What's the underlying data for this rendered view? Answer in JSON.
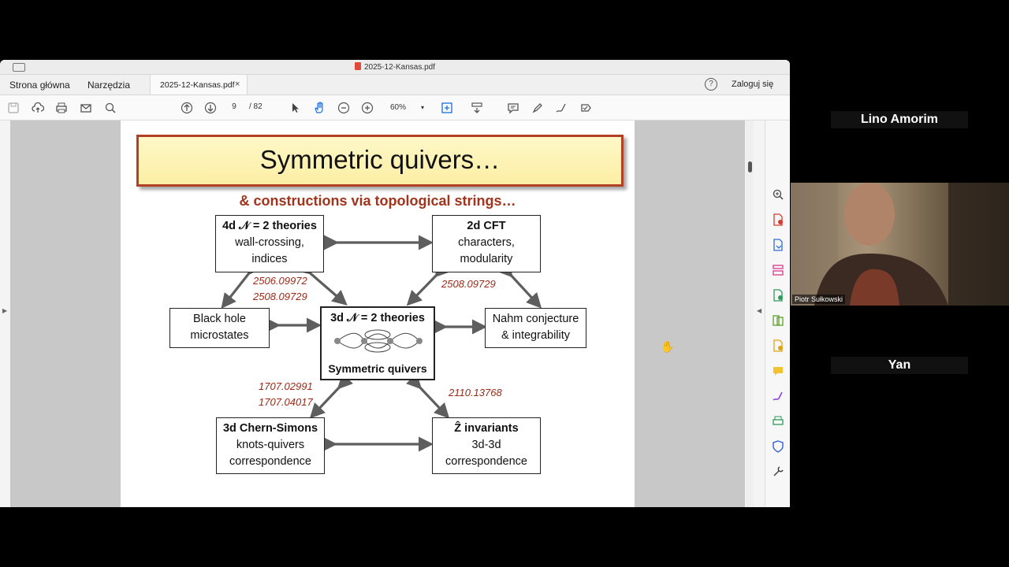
{
  "window": {
    "title": "2025-12-Kansas.pdf",
    "tabs": {
      "home": "Strona główna",
      "tools": "Narzędzia",
      "document": "2025-12-Kansas.pdf",
      "close": "×"
    },
    "help": "?",
    "signin": "Zaloguj się"
  },
  "toolbar": {
    "page_current": "9",
    "page_separator": "/ 82",
    "zoom": "60%",
    "zoom_chevron": "▾"
  },
  "slide": {
    "title": "Symmetric quivers…",
    "subtitle": "& constructions via topological strings…",
    "boxes": {
      "n2_4d_bold": "4d 𝒩 = 2 theories",
      "n2_4d_l2": "wall-crossing,",
      "n2_4d_l3": "indices",
      "cft_bold": "2d CFT",
      "cft_l2": "characters,",
      "cft_l3": "modularity",
      "bh_l1": "Black hole",
      "bh_l2": "microstates",
      "center_top": "3d 𝒩 = 2 theories",
      "center_bottom": "Symmetric quivers",
      "nahm_l1": "Nahm conjecture",
      "nahm_l2": "& integrability",
      "cs_bold": "3d Chern-Simons",
      "cs_l2": "knots-quivers",
      "cs_l3": "correspondence",
      "zhat_bold": "Ẑ invariants",
      "zhat_l2": "3d-3d",
      "zhat_l3": "correspondence"
    },
    "refs": {
      "tl_1": "2506.09972",
      "tl_2": "2508.09729",
      "tr_1": "2508.09729",
      "bl_1": "1707.02991",
      "bl_2": "1707.04017",
      "br_1": "2110.13768"
    }
  },
  "participants": {
    "top": "Lino Amorim",
    "video_name": "Piotr Sułkowski",
    "bottom": "Yan"
  }
}
